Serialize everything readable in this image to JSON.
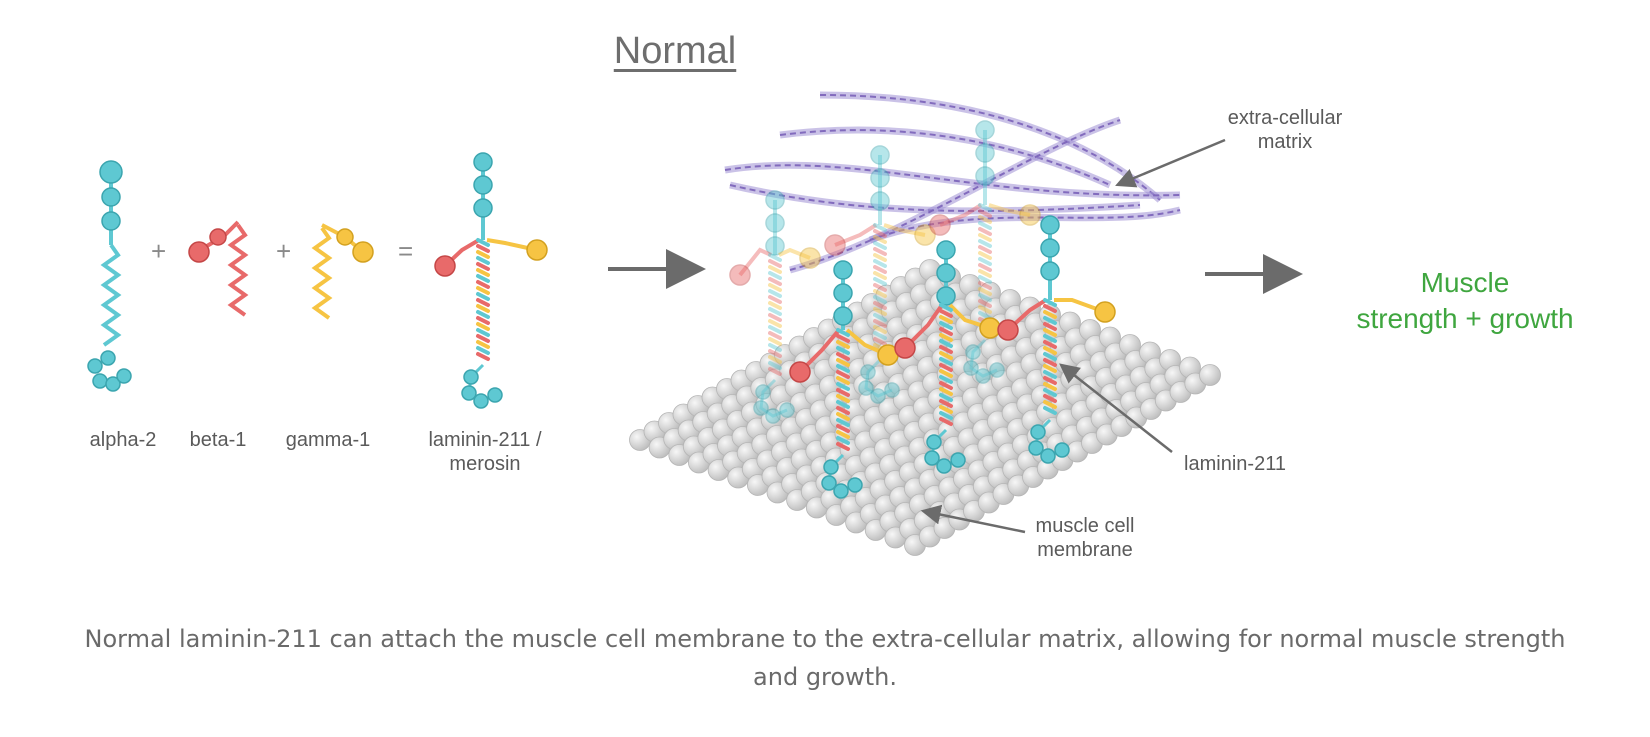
{
  "title": "Normal",
  "components": {
    "alpha": "alpha-2",
    "beta": "beta-1",
    "gamma": "gamma-1",
    "laminin_line1": "laminin-211 /",
    "laminin_line2": "merosin"
  },
  "operators": {
    "plus1": "+",
    "plus2": "+",
    "equals": "="
  },
  "callouts": {
    "ecm_line1": "extra-cellular",
    "ecm_line2": "matrix",
    "laminin": "laminin-211",
    "membrane_line1": "muscle cell",
    "membrane_line2": "membrane"
  },
  "result_line1": "Muscle",
  "result_line2": "strength + growth",
  "caption": "Normal laminin-211 can attach the muscle cell membrane to the extra-cellular matrix, allowing for normal muscle strength and growth.",
  "colors": {
    "alpha_chain": "#5ec8d2",
    "beta_chain": "#e86a6a",
    "gamma_chain": "#f6c443",
    "membrane_bead": "#d9d9d9",
    "matrix_fiber": "#7a62b8",
    "result_text": "#3fa63f",
    "arrow": "#6b6b6b"
  }
}
